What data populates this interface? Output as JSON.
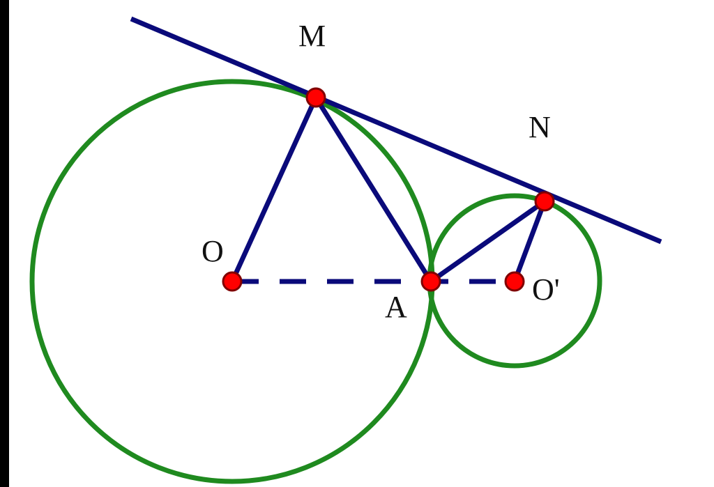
{
  "figure": {
    "labels": {
      "M": "M",
      "N": "N",
      "O": "O",
      "A": "A",
      "O_prime": "O'"
    },
    "colors": {
      "circle": "#1f8a1f",
      "line": "#0a0a7a",
      "point_fill": "#ff0000",
      "point_stroke": "#800000",
      "text": "#111111",
      "background": "#ffffff"
    },
    "relations": {
      "large_circle_center": "O",
      "small_circle_center": "O'",
      "circles_tangent_at": "A",
      "common_tangent_points": [
        "M",
        "N"
      ],
      "segments": [
        "OM",
        "MA",
        "AN",
        "NO'"
      ],
      "dashed_segment": "OO'"
    }
  }
}
